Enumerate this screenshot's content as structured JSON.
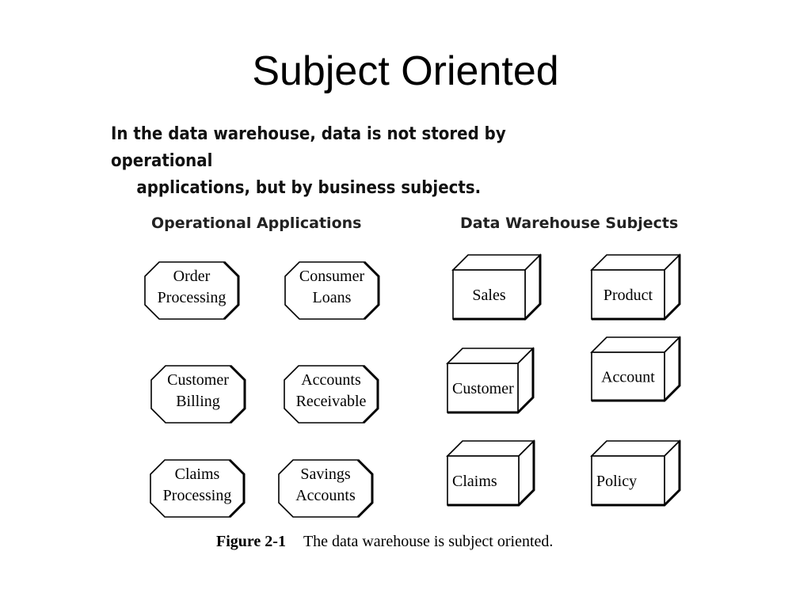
{
  "slide": {
    "title": "Subject Oriented",
    "intro_line1": "In the data warehouse, data is not stored by operational",
    "intro_line2": "applications, but by business subjects."
  },
  "diagram": {
    "left_heading": "Operational Applications",
    "right_heading": "Data Warehouse Subjects",
    "applications": [
      {
        "lines": [
          "Order",
          "Processing"
        ]
      },
      {
        "lines": [
          "Consumer",
          "Loans"
        ]
      },
      {
        "lines": [
          "Customer",
          "Billing"
        ]
      },
      {
        "lines": [
          "Accounts",
          "Receivable"
        ]
      },
      {
        "lines": [
          "Claims",
          "Processing"
        ]
      },
      {
        "lines": [
          "Savings",
          "Accounts"
        ]
      }
    ],
    "subjects": [
      "Sales",
      "Product",
      "Customer",
      "Account",
      "Claims",
      "Policy"
    ]
  },
  "figure": {
    "number": "Figure 2-1",
    "caption": "The data warehouse is subject oriented."
  }
}
